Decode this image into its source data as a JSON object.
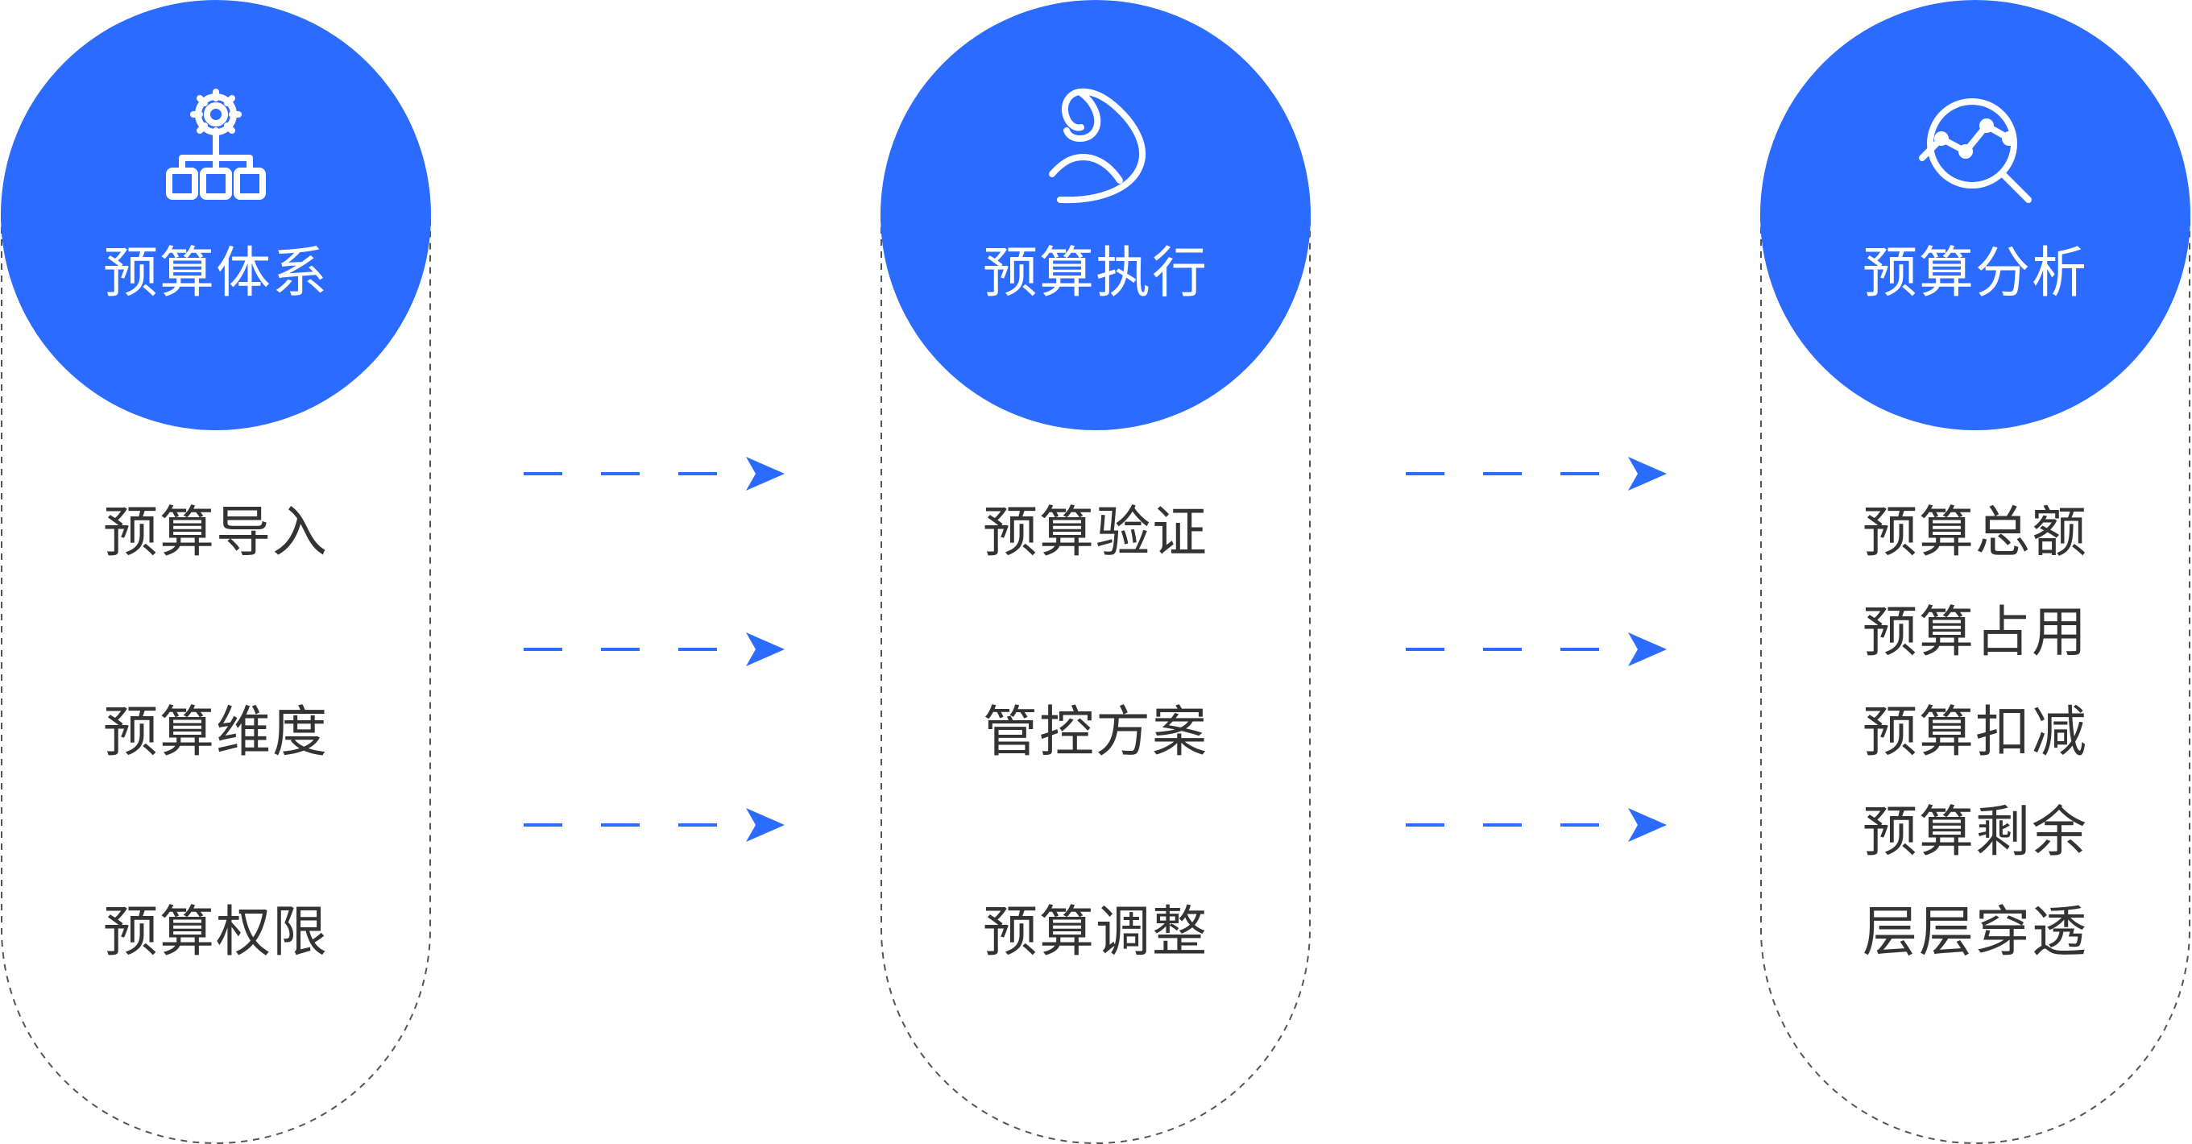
{
  "colors": {
    "accent": "#2b6bff",
    "text": "#333333",
    "outline": "#555555"
  },
  "stages": [
    {
      "title": "预算体系",
      "icon": "org-chart-gear-icon",
      "items": [
        "预算导入",
        "预算维度",
        "预算权限"
      ]
    },
    {
      "title": "预算执行",
      "icon": "flexed-arm-icon",
      "items": [
        "预算验证",
        "管控方案",
        "预算调整"
      ]
    },
    {
      "title": "预算分析",
      "icon": "magnifier-trend-icon",
      "items": [
        "预算总额",
        "预算占用",
        "预算扣减",
        "预算剩余",
        "层层穿透"
      ]
    }
  ],
  "connectors": [
    {
      "icon": "dashed-arrow-right-icon",
      "count": 3
    },
    {
      "icon": "dashed-arrow-right-icon",
      "count": 3
    }
  ]
}
